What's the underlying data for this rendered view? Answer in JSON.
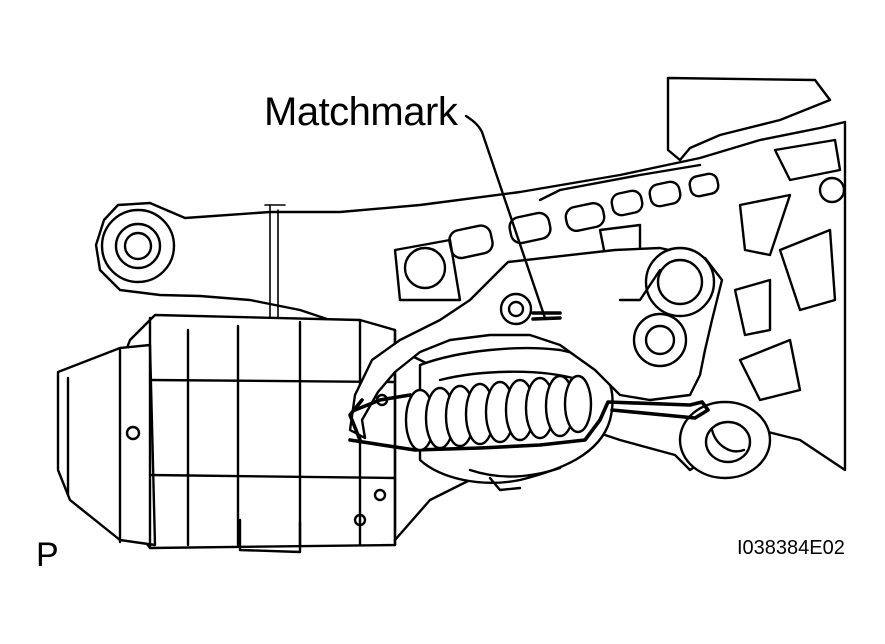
{
  "labels": {
    "matchmark": "Matchmark",
    "view_code": "P",
    "figure_id": "I038384E02"
  }
}
